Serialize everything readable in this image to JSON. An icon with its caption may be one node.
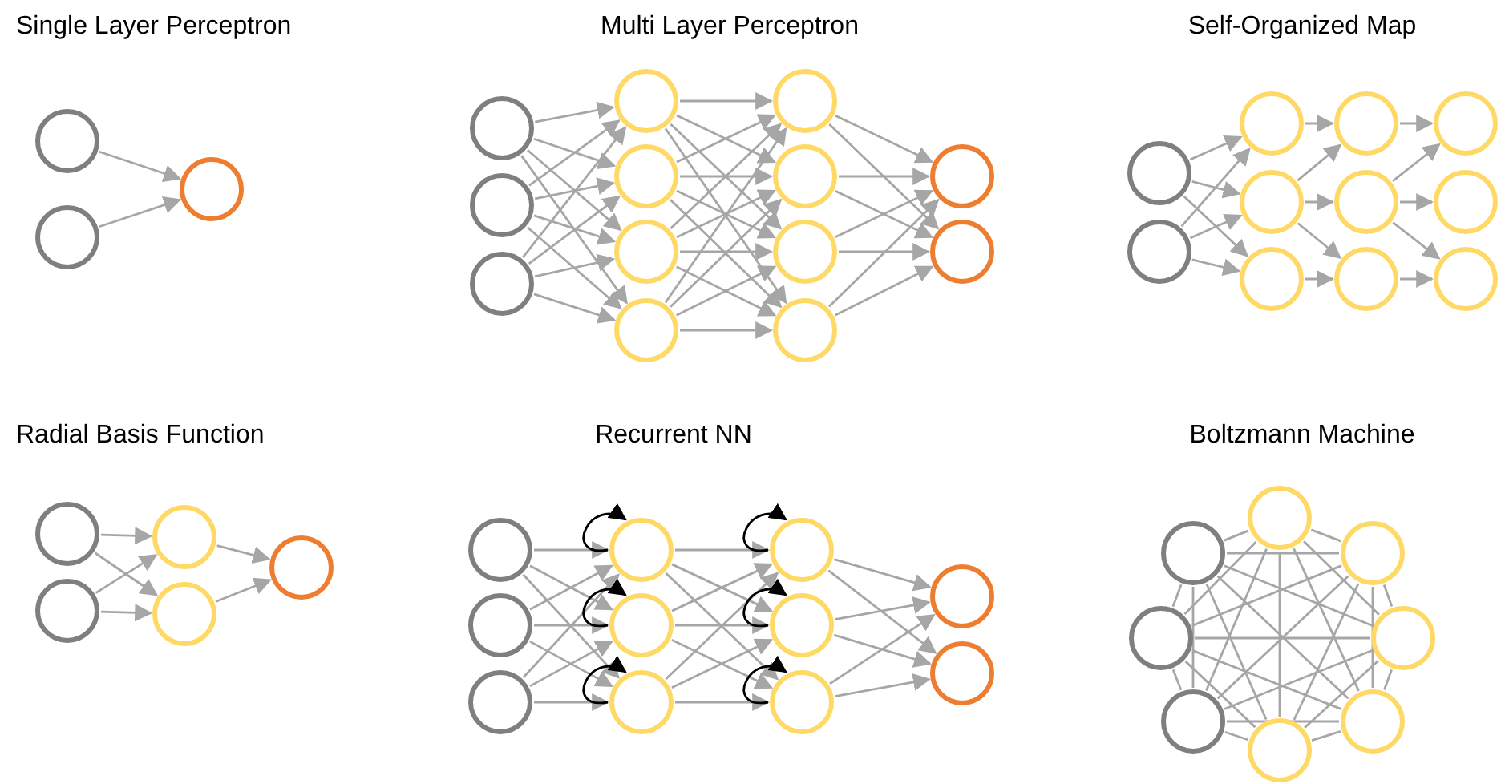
{
  "diagram": {
    "nodes": [
      {
        "text": [],
        "shape": "circle"
      },
      {
        "text": [],
        "shape": "circle"
      },
      {
        "text": [],
        "shape": "circle"
      },
      {
        "text": [],
        "shape": "circle"
      },
      {
        "text": [],
        "shape": "circle"
      },
      {
        "text": [],
        "shape": "circle"
      },
      {
        "text": [],
        "shape": "circle"
      },
      {
        "text": [],
        "shape": "circle"
      },
      {
        "text": [],
        "shape": "circle"
      },
      {
        "text": [],
        "shape": "circle"
      },
      {
        "text": [],
        "shape": "circle"
      },
      {
        "text": [],
        "shape": "circle"
      },
      {
        "text": [],
        "shape": "circle"
      },
      {
        "text": [],
        "shape": "circle"
      },
      {
        "text": [],
        "shape": "circle"
      },
      {
        "text": [],
        "shape": "circle"
      },
      {
        "text": [],
        "shape": "circle"
      },
      {
        "text": [],
        "shape": "circle"
      },
      {
        "text": [],
        "shape": "circle"
      },
      {
        "text": [],
        "shape": "circle"
      },
      {
        "text": [],
        "shape": "circle"
      },
      {
        "text": [],
        "shape": "circle"
      },
      {
        "text": [],
        "shape": "circle"
      },
      {
        "text": [],
        "shape": "circle"
      },
      {
        "text": [],
        "shape": "circle"
      },
      {
        "text": [],
        "shape": "circle"
      },
      {
        "text": [],
        "shape": "circle"
      },
      {
        "text": [],
        "shape": "circle"
      },
      {
        "text": [],
        "shape": "circle"
      },
      {
        "text": [],
        "shape": "circle"
      },
      {
        "text": [],
        "shape": "circle"
      },
      {
        "text": [],
        "shape": "circle"
      },
      {
        "text": [],
        "shape": "circle"
      },
      {
        "text": [],
        "shape": "circle"
      },
      {
        "text": [],
        "shape": "circle"
      },
      {
        "text": [],
        "shape": "circle"
      },
      {
        "text": [],
        "shape": "circle"
      },
      {
        "text": [],
        "shape": "circle"
      },
      {
        "text": [],
        "shape": "circle"
      },
      {
        "text": [],
        "shape": "circle"
      },
      {
        "text": [],
        "shape": "circle"
      },
      {
        "text": [],
        "shape": "circle"
      },
      {
        "text": [],
        "shape": "circle"
      },
      {
        "text": [],
        "shape": "circle"
      },
      {
        "text": [],
        "shape": "circle"
      },
      {
        "text": [],
        "shape": "circle"
      },
      {
        "text": [],
        "shape": "circle"
      },
      {
        "text": [],
        "shape": "circle"
      },
      {
        "text": [],
        "shape": "circle"
      },
      {
        "text": [],
        "shape": "circle"
      },
      {
        "text": [],
        "shape": "circle"
      }
    ],
    "edges": [
      {
        "from": 0,
        "to": 2,
        "arrow": "to"
      },
      {
        "from": 1,
        "to": 2,
        "arrow": "to"
      },
      {
        "from": 3,
        "to": 6,
        "arrow": "to"
      },
      {
        "from": 3,
        "to": 7,
        "arrow": "to"
      },
      {
        "from": 3,
        "to": 8,
        "arrow": "to"
      },
      {
        "from": 3,
        "to": 9,
        "arrow": "to"
      },
      {
        "from": 4,
        "to": 6,
        "arrow": "to"
      },
      {
        "from": 4,
        "to": 7,
        "arrow": "to"
      },
      {
        "from": 4,
        "to": 8,
        "arrow": "to"
      },
      {
        "from": 4,
        "to": 9,
        "arrow": "to"
      },
      {
        "from": 5,
        "to": 6,
        "arrow": "to"
      },
      {
        "from": 5,
        "to": 7,
        "arrow": "to"
      },
      {
        "from": 5,
        "to": 8,
        "arrow": "to"
      },
      {
        "from": 5,
        "to": 9,
        "arrow": "to"
      },
      {
        "from": 6,
        "to": 10,
        "arrow": "to"
      },
      {
        "from": 6,
        "to": 11,
        "arrow": "to"
      },
      {
        "from": 6,
        "to": 12,
        "arrow": "to"
      },
      {
        "from": 6,
        "to": 13,
        "arrow": "to"
      },
      {
        "from": 7,
        "to": 10,
        "arrow": "to"
      },
      {
        "from": 7,
        "to": 11,
        "arrow": "to"
      },
      {
        "from": 7,
        "to": 12,
        "arrow": "to"
      },
      {
        "from": 7,
        "to": 13,
        "arrow": "to"
      },
      {
        "from": 8,
        "to": 10,
        "arrow": "to"
      },
      {
        "from": 8,
        "to": 11,
        "arrow": "to"
      },
      {
        "from": 8,
        "to": 12,
        "arrow": "to"
      },
      {
        "from": 8,
        "to": 13,
        "arrow": "to"
      },
      {
        "from": 9,
        "to": 10,
        "arrow": "to"
      },
      {
        "from": 9,
        "to": 11,
        "arrow": "to"
      },
      {
        "from": 9,
        "to": 12,
        "arrow": "to"
      },
      {
        "from": 9,
        "to": 13,
        "arrow": "to"
      },
      {
        "from": 10,
        "to": 14,
        "arrow": "to"
      },
      {
        "from": 10,
        "to": 15,
        "arrow": "to"
      },
      {
        "from": 11,
        "to": 14,
        "arrow": "to"
      },
      {
        "from": 11,
        "to": 15,
        "arrow": "to"
      },
      {
        "from": 12,
        "to": 14,
        "arrow": "to"
      },
      {
        "from": 12,
        "to": 15,
        "arrow": "to"
      },
      {
        "from": 13,
        "to": 14,
        "arrow": "to"
      },
      {
        "from": 13,
        "to": 15,
        "arrow": "to"
      },
      {
        "from": 16,
        "to": 18,
        "arrow": "to"
      },
      {
        "from": 16,
        "to": 19,
        "arrow": "to"
      },
      {
        "from": 16,
        "to": 20,
        "arrow": "to"
      },
      {
        "from": 17,
        "to": 18,
        "arrow": "to"
      },
      {
        "from": 17,
        "to": 19,
        "arrow": "to"
      },
      {
        "from": 17,
        "to": 20,
        "arrow": "to"
      },
      {
        "from": 18,
        "to": 21,
        "arrow": "to"
      },
      {
        "from": 19,
        "to": 21,
        "arrow": "to"
      },
      {
        "from": 19,
        "to": 22,
        "arrow": "to"
      },
      {
        "from": 19,
        "to": 23,
        "arrow": "to"
      },
      {
        "from": 20,
        "to": 23,
        "arrow": "to"
      },
      {
        "from": 21,
        "to": 24,
        "arrow": "to"
      },
      {
        "from": 22,
        "to": 24,
        "arrow": "to"
      },
      {
        "from": 22,
        "to": 25,
        "arrow": "to"
      },
      {
        "from": 22,
        "to": 26,
        "arrow": "to"
      },
      {
        "from": 23,
        "to": 26,
        "arrow": "to"
      },
      {
        "from": 27,
        "to": 29,
        "arrow": "to"
      },
      {
        "from": 27,
        "to": 30,
        "arrow": "to"
      },
      {
        "from": 28,
        "to": 29,
        "arrow": "to"
      },
      {
        "from": 28,
        "to": 30,
        "arrow": "to"
      },
      {
        "from": 29,
        "to": 31,
        "arrow": "to"
      },
      {
        "from": 30,
        "to": 31,
        "arrow": "to"
      },
      {
        "from": 32,
        "to": 35,
        "arrow": "to"
      },
      {
        "from": 32,
        "to": 36,
        "arrow": "to"
      },
      {
        "from": 32,
        "to": 37,
        "arrow": "to"
      },
      {
        "from": 33,
        "to": 35,
        "arrow": "to"
      },
      {
        "from": 33,
        "to": 36,
        "arrow": "to"
      },
      {
        "from": 33,
        "to": 37,
        "arrow": "to"
      },
      {
        "from": 34,
        "to": 35,
        "arrow": "to"
      },
      {
        "from": 34,
        "to": 36,
        "arrow": "to"
      },
      {
        "from": 34,
        "to": 37,
        "arrow": "to"
      },
      {
        "from": 35,
        "to": 38,
        "arrow": "to"
      },
      {
        "from": 35,
        "to": 39,
        "arrow": "to"
      },
      {
        "from": 35,
        "to": 40,
        "arrow": "to"
      },
      {
        "from": 36,
        "to": 38,
        "arrow": "to"
      },
      {
        "from": 36,
        "to": 39,
        "arrow": "to"
      },
      {
        "from": 36,
        "to": 40,
        "arrow": "to"
      },
      {
        "from": 37,
        "to": 38,
        "arrow": "to"
      },
      {
        "from": 37,
        "to": 39,
        "arrow": "to"
      },
      {
        "from": 37,
        "to": 40,
        "arrow": "to"
      },
      {
        "from": 38,
        "to": 41,
        "arrow": "to"
      },
      {
        "from": 38,
        "to": 42,
        "arrow": "to"
      },
      {
        "from": 39,
        "to": 41,
        "arrow": "to"
      },
      {
        "from": 39,
        "to": 42,
        "arrow": "to"
      },
      {
        "from": 40,
        "to": 41,
        "arrow": "to"
      },
      {
        "from": 40,
        "to": 42,
        "arrow": "to"
      },
      {
        "from": 35,
        "to": 35,
        "arrow": "to",
        "color": "#000000"
      },
      {
        "from": 36,
        "to": 36,
        "arrow": "to",
        "color": "#000000"
      },
      {
        "from": 37,
        "to": 37,
        "arrow": "to",
        "color": "#000000"
      },
      {
        "from": 38,
        "to": 38,
        "arrow": "to",
        "color": "#000000"
      },
      {
        "from": 39,
        "to": 39,
        "arrow": "to",
        "color": "#000000"
      },
      {
        "from": 40,
        "to": 40,
        "arrow": "to",
        "color": "#000000"
      },
      {
        "from": 43,
        "to": 44,
        "arrow": "none"
      },
      {
        "from": 43,
        "to": 45,
        "arrow": "none"
      },
      {
        "from": 43,
        "to": 46,
        "arrow": "none"
      },
      {
        "from": 43,
        "to": 47,
        "arrow": "none"
      },
      {
        "from": 43,
        "to": 48,
        "arrow": "none"
      },
      {
        "from": 43,
        "to": 49,
        "arrow": "none"
      },
      {
        "from": 43,
        "to": 50,
        "arrow": "none"
      },
      {
        "from": 44,
        "to": 45,
        "arrow": "none"
      },
      {
        "from": 44,
        "to": 46,
        "arrow": "none"
      },
      {
        "from": 44,
        "to": 47,
        "arrow": "none"
      },
      {
        "from": 44,
        "to": 48,
        "arrow": "none"
      },
      {
        "from": 44,
        "to": 49,
        "arrow": "none"
      },
      {
        "from": 44,
        "to": 50,
        "arrow": "none"
      },
      {
        "from": 45,
        "to": 46,
        "arrow": "none"
      },
      {
        "from": 45,
        "to": 47,
        "arrow": "none"
      },
      {
        "from": 45,
        "to": 48,
        "arrow": "none"
      },
      {
        "from": 45,
        "to": 49,
        "arrow": "none"
      },
      {
        "from": 45,
        "to": 50,
        "arrow": "none"
      },
      {
        "from": 46,
        "to": 47,
        "arrow": "none"
      },
      {
        "from": 46,
        "to": 48,
        "arrow": "none"
      },
      {
        "from": 46,
        "to": 49,
        "arrow": "none"
      },
      {
        "from": 46,
        "to": 50,
        "arrow": "none"
      },
      {
        "from": 47,
        "to": 48,
        "arrow": "none"
      },
      {
        "from": 47,
        "to": 49,
        "arrow": "none"
      },
      {
        "from": 47,
        "to": 50,
        "arrow": "none"
      },
      {
        "from": 48,
        "to": 49,
        "arrow": "none"
      },
      {
        "from": 48,
        "to": 50,
        "arrow": "none"
      },
      {
        "from": 49,
        "to": 50,
        "arrow": "none"
      }
    ],
    "labels": [
      "Single Layer Perceptron",
      "Multi Layer Perceptron",
      "Self-Organized Map",
      "Radial Basis Function",
      "Recurrent NN",
      "Boltzmann Machine"
    ]
  }
}
